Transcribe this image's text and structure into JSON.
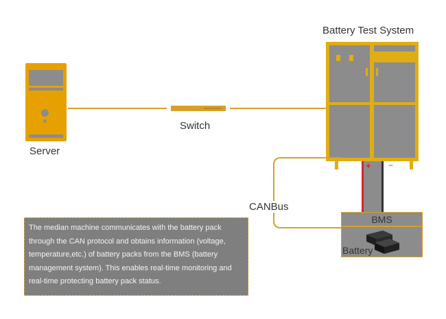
{
  "diagram": {
    "nodes": {
      "server": {
        "label": "Server",
        "icon": "server-tower-icon"
      },
      "switch": {
        "label": "Switch",
        "icon": "network-switch-icon"
      },
      "battery_test_system": {
        "label": "Battery Test System",
        "icon": "test-cabinet-icon"
      },
      "bms": {
        "label": "BMS"
      },
      "battery": {
        "label": "Battery",
        "icon": "battery-pack-icon"
      }
    },
    "edges": [
      {
        "from": "server",
        "to": "switch",
        "type": "ethernet"
      },
      {
        "from": "switch",
        "to": "battery_test_system",
        "type": "ethernet"
      },
      {
        "from": "battery_test_system",
        "to": "bms",
        "label": "CANBus"
      },
      {
        "from": "battery_test_system",
        "to": "battery",
        "type": "power",
        "terminals": [
          "+",
          "−"
        ]
      }
    ],
    "canbus_label": "CANBus",
    "terminal_plus": "+",
    "terminal_minus": "−",
    "description": "The median machine communicates with the battery pack through the CAN protocol and obtains information (voltage, temperature,etc.) of battery packs from the BMS (battery management system). This enables real-time monitoring and real-time protecting battery pack status."
  },
  "colors": {
    "accent": "#e0ad14",
    "server": "#e6a100",
    "panel": "#8c8c8c",
    "positive": "#d9232e",
    "negative": "#333333",
    "note_bg": "#7f7f7f"
  }
}
